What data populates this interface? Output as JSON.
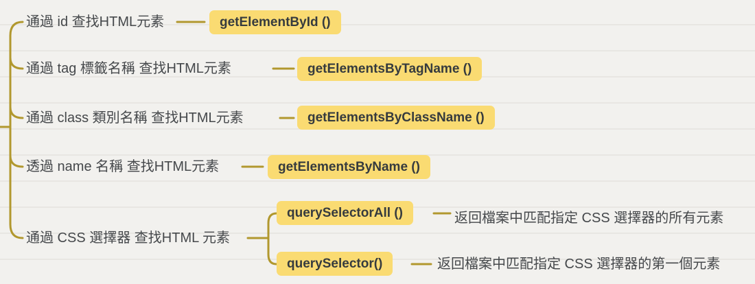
{
  "colors": {
    "line": "#b1982e",
    "node_bg": "#fadb72",
    "label_text": "#45484b",
    "method_text": "#363b3e",
    "background": "#f2f1ee"
  },
  "mindmap": {
    "branches": [
      {
        "label": "通過 id 查找HTML元素",
        "method": "getElementById ()"
      },
      {
        "label": "通過 tag 標籤名稱 查找HTML元素",
        "method": "getElementsByTagName ()"
      },
      {
        "label": "通過 class 類別名稱 查找HTML元素",
        "method": "getElementsByClassName ()"
      },
      {
        "label": "透過 name 名稱 查找HTML元素",
        "method": "getElementsByName ()"
      },
      {
        "label": "通過 CSS 選擇器 查找HTML 元素",
        "children": [
          {
            "method": "querySelectorAll ()",
            "description": "返回檔案中匹配指定 CSS 選擇器的所有元素"
          },
          {
            "method": "querySelector()",
            "description": "返回檔案中匹配指定 CSS 選擇器的第一個元素"
          }
        ]
      }
    ]
  }
}
